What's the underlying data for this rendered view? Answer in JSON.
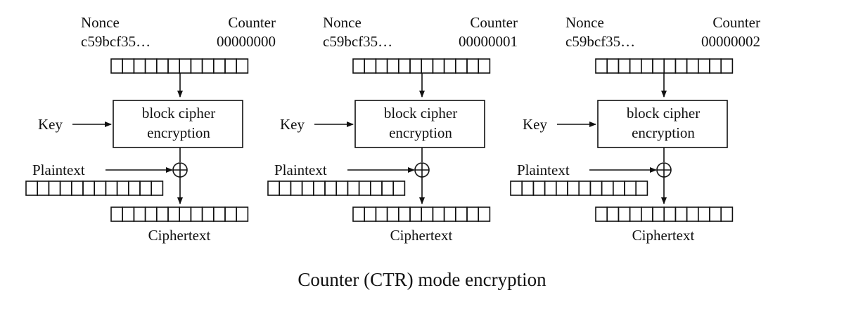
{
  "blocks": [
    {
      "nonce_label": "Nonce",
      "nonce_value": "c59bcf35…",
      "counter_label": "Counter",
      "counter_value": "00000000",
      "key_label": "Key",
      "cipher_line1": "block cipher",
      "cipher_line2": "encryption",
      "plaintext_label": "Plaintext",
      "ciphertext_label": "Ciphertext"
    },
    {
      "nonce_label": "Nonce",
      "nonce_value": "c59bcf35…",
      "counter_label": "Counter",
      "counter_value": "00000001",
      "key_label": "Key",
      "cipher_line1": "block cipher",
      "cipher_line2": "encryption",
      "plaintext_label": "Plaintext",
      "ciphertext_label": "Ciphertext"
    },
    {
      "nonce_label": "Nonce",
      "nonce_value": "c59bcf35…",
      "counter_label": "Counter",
      "counter_value": "00000002",
      "key_label": "Key",
      "cipher_line1": "block cipher",
      "cipher_line2": "encryption",
      "plaintext_label": "Plaintext",
      "ciphertext_label": "Ciphertext"
    }
  ],
  "caption": "Counter (CTR) mode encryption",
  "cells_per_register": 12
}
